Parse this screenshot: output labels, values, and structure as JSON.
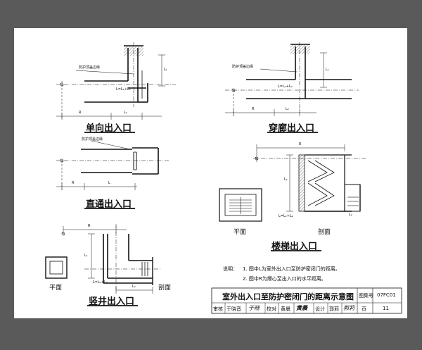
{
  "diagrams": {
    "one_way": {
      "title": "单向出入口",
      "edge_label": "防护顶盖边缘",
      "dim_l1": "L₁",
      "formula": "L=L₁+L₂",
      "dim_r": "R",
      "dim_l2": "L₂"
    },
    "passage": {
      "title": "穿廊出入口",
      "edge_label": "防护顶盖边缘",
      "dim_l1": "L₁",
      "formula": "L=L₁+L₂",
      "dim_r": "R",
      "dim_l2": "L₂"
    },
    "straight": {
      "title": "直通出入口",
      "edge_label": "防护顶盖边缘",
      "dim_r": "R",
      "dim_l": "L"
    },
    "stair": {
      "title": "楼梯出入口",
      "dim_r": "R",
      "dim_l1": "L₁",
      "dim_l2": "L₂",
      "formula": "L=L₁+L₂",
      "plan_label": "平面",
      "section_label": "剖面"
    },
    "shaft": {
      "title": "竖井出入口",
      "dim_r": "R",
      "dim_l1": "L₁",
      "dim_l2": "L₂",
      "formula": "L=L₁+L₂",
      "plan_label": "平面",
      "section_label": "剖面"
    }
  },
  "notes": {
    "heading": "说明：",
    "items": [
      "1.  图中L为室外出入口至防护密闭门的距离。",
      "2.  图中R为爆心至出入口的水平距离。"
    ]
  },
  "title_block": {
    "title": "室外出入口至防护密闭门的距离示意图",
    "atlas_no_label": "图集号",
    "atlas_no": "07FC01",
    "review_label": "审核",
    "reviewer": "于晓音",
    "reviewer_sig": "于晓",
    "check_label": "校对",
    "checker": "黄晨",
    "checker_sig": "黄晨",
    "design_label": "设计",
    "designer": "郭莉",
    "designer_sig": "郭莉",
    "page_label": "页",
    "page": "11"
  }
}
